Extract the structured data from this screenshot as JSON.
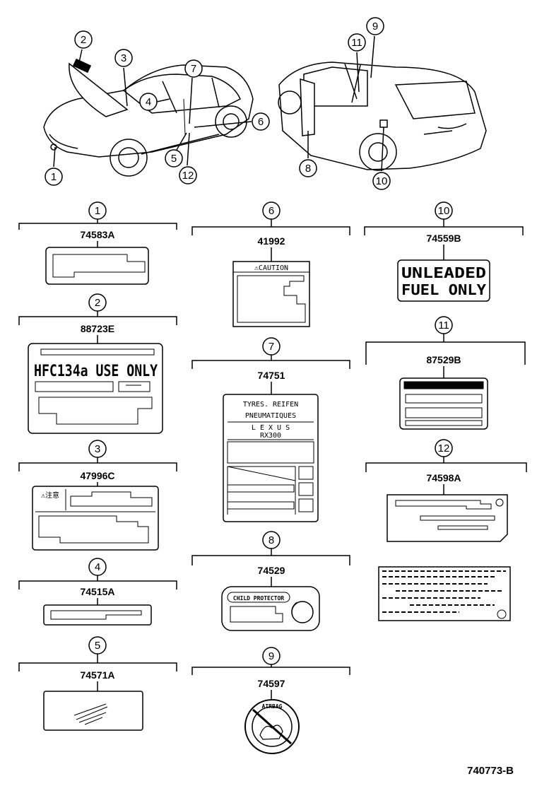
{
  "callouts": [
    "1",
    "2",
    "3",
    "4",
    "5",
    "6",
    "7",
    "8",
    "9",
    "10",
    "11",
    "12"
  ],
  "labels": {
    "l1": {
      "num": "1",
      "part": "74583A"
    },
    "l2": {
      "num": "2",
      "part": "88723E",
      "text": "HFC134a USE ONLY"
    },
    "l3": {
      "num": "3",
      "part": "47996C",
      "text": "⚠注意"
    },
    "l4": {
      "num": "4",
      "part": "74515A"
    },
    "l5": {
      "num": "5",
      "part": "74571A"
    },
    "l6": {
      "num": "6",
      "part": "41992",
      "text": "⚠CAUTION"
    },
    "l7": {
      "num": "7",
      "part": "74751",
      "line1": "TYRES.  REIFEN",
      "line2": "PNEUMATIQUES",
      "line3": "L E X U S",
      "line4": "RX300"
    },
    "l8": {
      "num": "8",
      "part": "74529",
      "text": "CHILD PROTECTOR"
    },
    "l9": {
      "num": "9",
      "part": "74597",
      "text": "AIRBAG"
    },
    "l10": {
      "num": "10",
      "part": "74559B",
      "line1": "UNLEADED",
      "line2": "FUEL ONLY"
    },
    "l11": {
      "num": "11",
      "part": "87529B"
    },
    "l12": {
      "num": "12",
      "part": "74598A"
    }
  },
  "figure_code": "740773-B"
}
